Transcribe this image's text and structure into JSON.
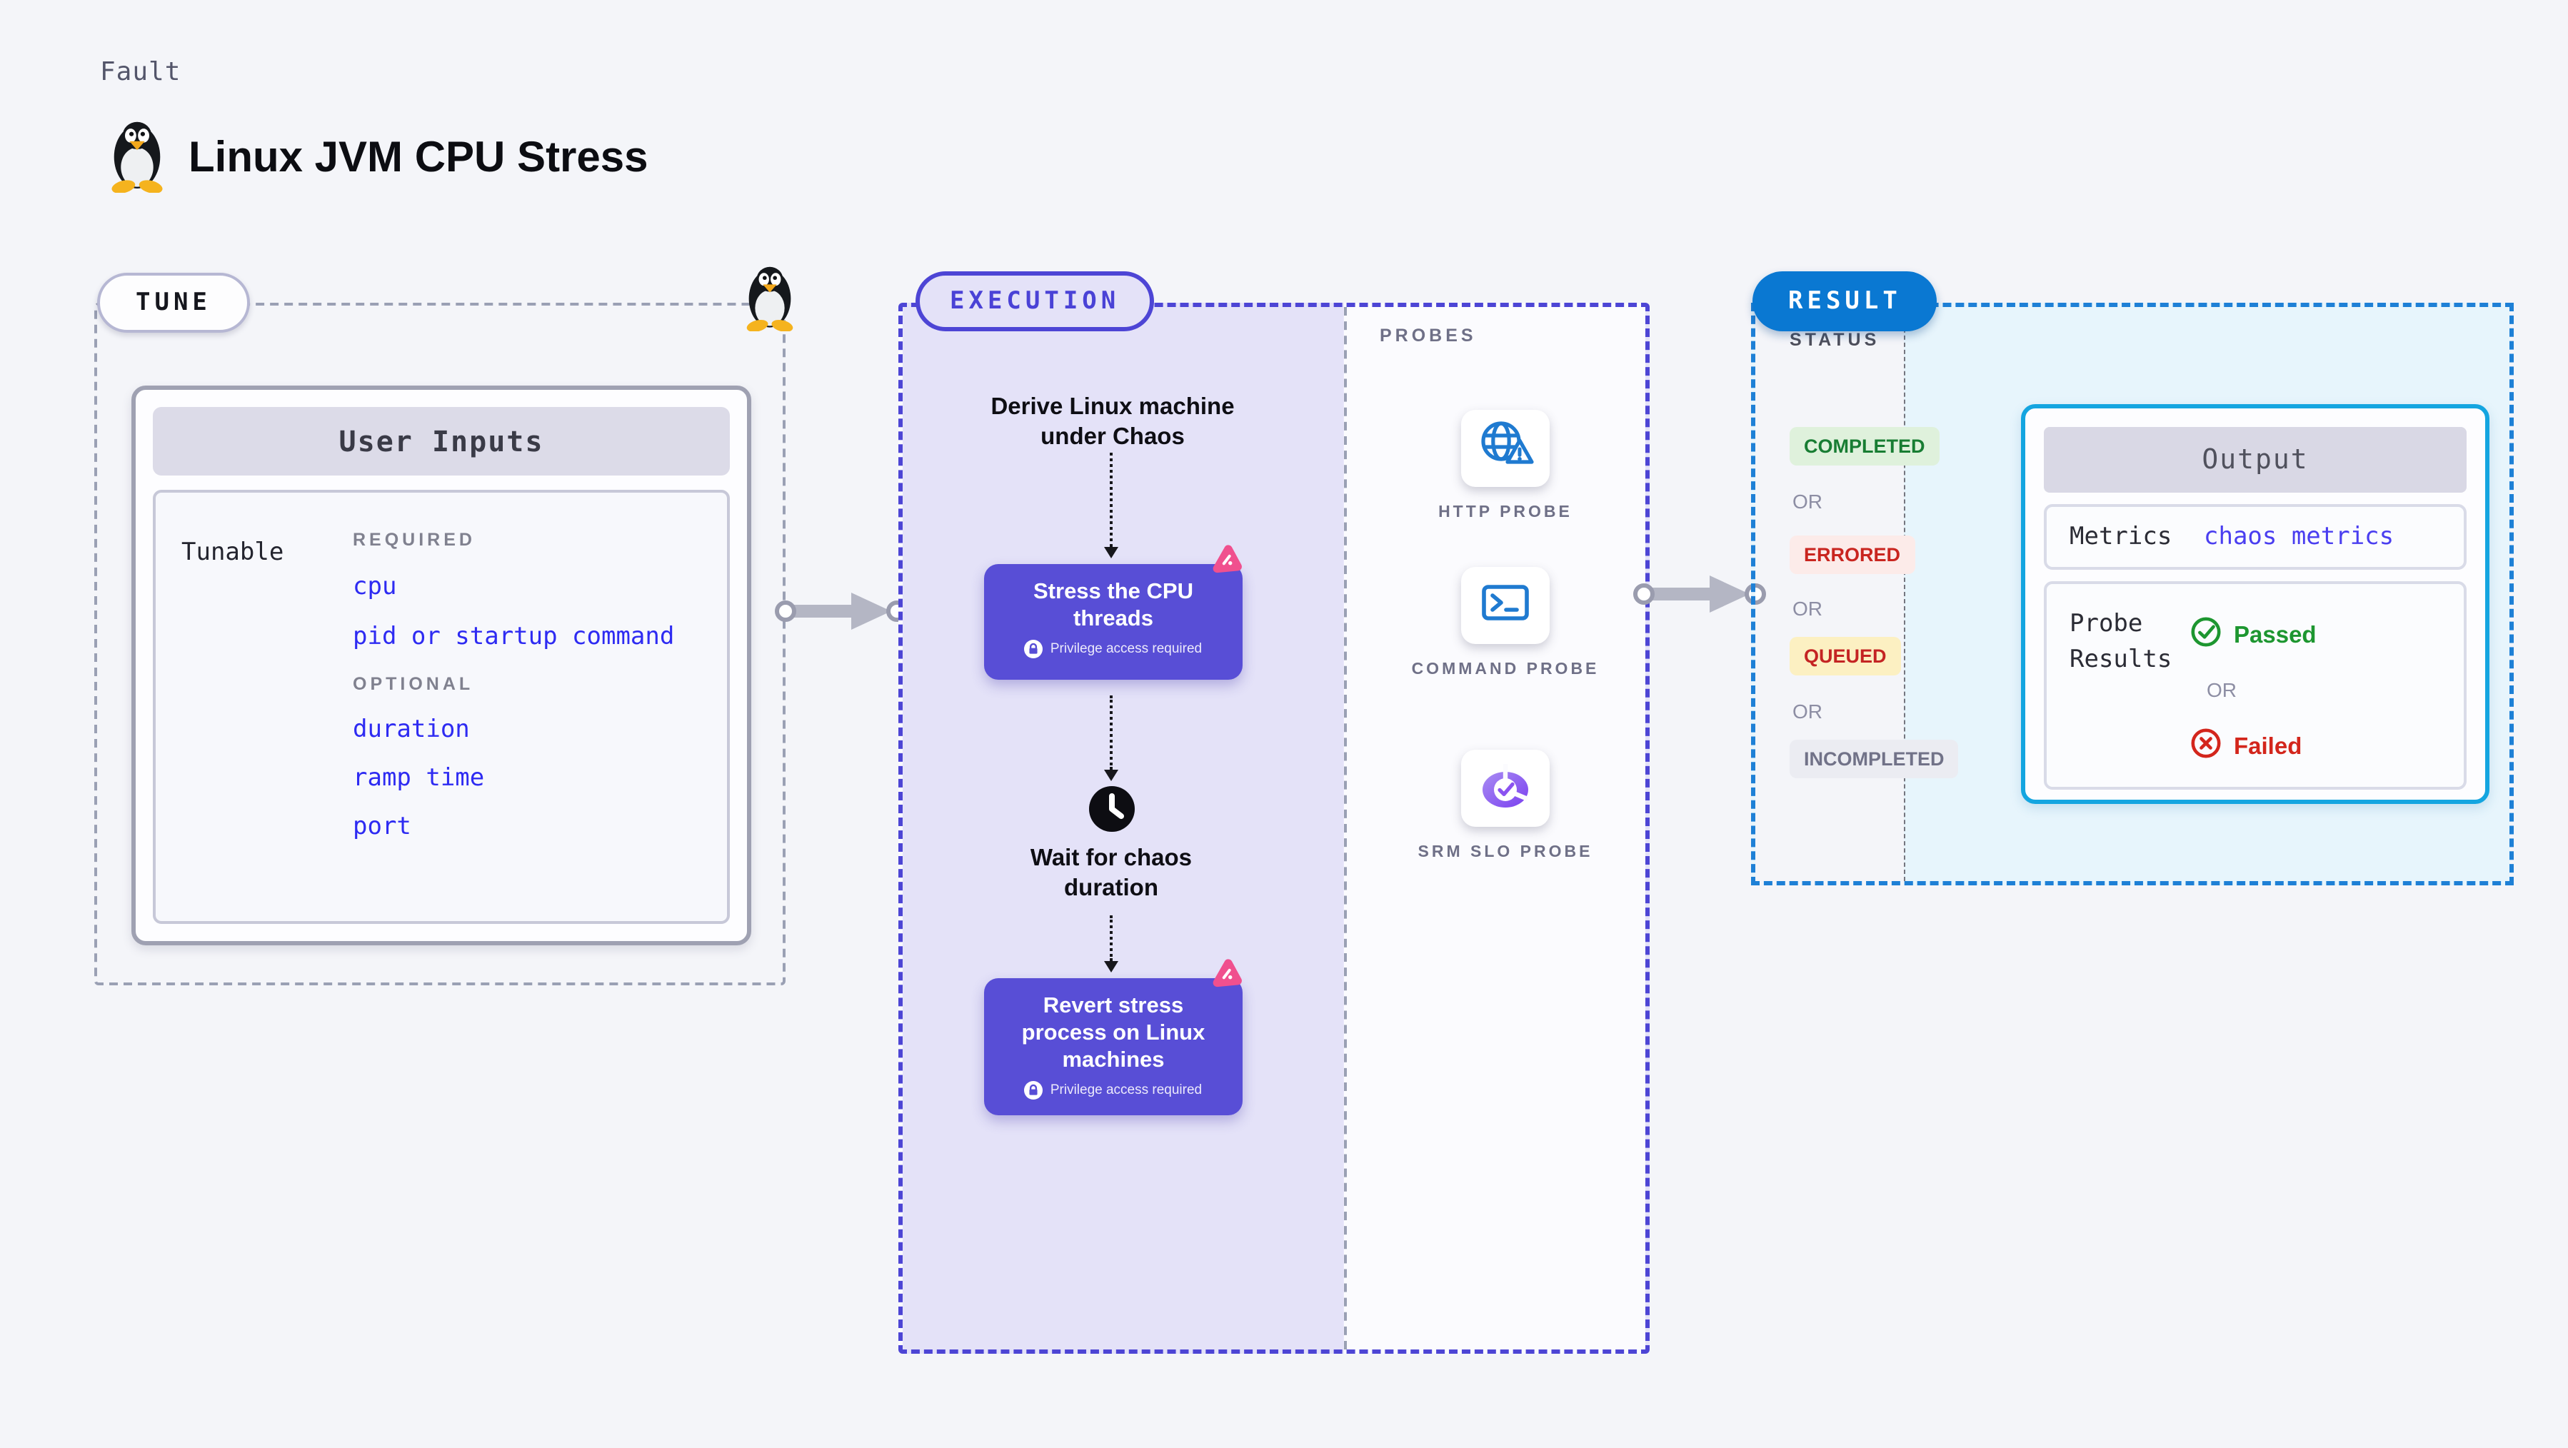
{
  "page": {
    "kicker": "Fault",
    "title": "Linux JVM CPU Stress"
  },
  "tune": {
    "label": "TUNE",
    "table": {
      "header": "User Inputs",
      "row_label": "Tunable",
      "groups": [
        {
          "label": "REQUIRED",
          "items": [
            "cpu",
            "pid or startup command"
          ]
        },
        {
          "label": "OPTIONAL",
          "items": [
            "duration",
            "ramp time",
            "port"
          ]
        }
      ]
    }
  },
  "execution": {
    "label": "EXECUTION",
    "start_text": "Derive Linux machine under Chaos",
    "wait_text": "Wait for chaos duration",
    "steps": [
      {
        "title": "Stress the CPU threads",
        "note": "Privilege access required"
      },
      {
        "title": "Revert stress process on Linux machines",
        "note": "Privilege access required"
      }
    ]
  },
  "probes": {
    "label": "PROBES",
    "items": [
      {
        "name": "HTTP PROBE",
        "icon": "globe-alert-icon"
      },
      {
        "name": "COMMAND PROBE",
        "icon": "terminal-icon"
      },
      {
        "name": "SRM SLO PROBE",
        "icon": "slo-pie-check-icon"
      }
    ]
  },
  "result": {
    "label": "RESULT",
    "status_label": "STATUS",
    "or_label": "OR",
    "statuses": [
      {
        "label": "COMPLETED",
        "bg": "#dff1dc",
        "color": "#187d33"
      },
      {
        "label": "ERRORED",
        "bg": "#fcebe9",
        "color": "#c9251f"
      },
      {
        "label": "QUEUED",
        "bg": "#fcf0c2",
        "color": "#c42423"
      },
      {
        "label": "INCOMPLETED",
        "bg": "#ebecf2",
        "color": "#717288"
      }
    ],
    "output": {
      "header": "Output",
      "metrics_label": "Metrics",
      "metrics_value": "chaos metrics",
      "probe_results_label": "Probe Results",
      "passed": "Passed",
      "failed": "Failed"
    }
  },
  "colors": {
    "page_bg": "#f4f5f9",
    "execution_accent": "#4d45d5",
    "execution_fill": "#e4e2f8",
    "action_box": "#584ed6",
    "result_accent": "#1e80d6",
    "result_pill": "#0a78d2",
    "result_fill": "#e7f5fc",
    "output_border": "#14a5e0",
    "tunable_link_blue": "#2e2bf2",
    "passed_green": "#1d9630",
    "failed_red": "#d3261c",
    "litmus_pink": "#f0508e",
    "probe_icon_blue": "#1f7ad0",
    "slo_icon_purple": "#7a3ff0"
  }
}
